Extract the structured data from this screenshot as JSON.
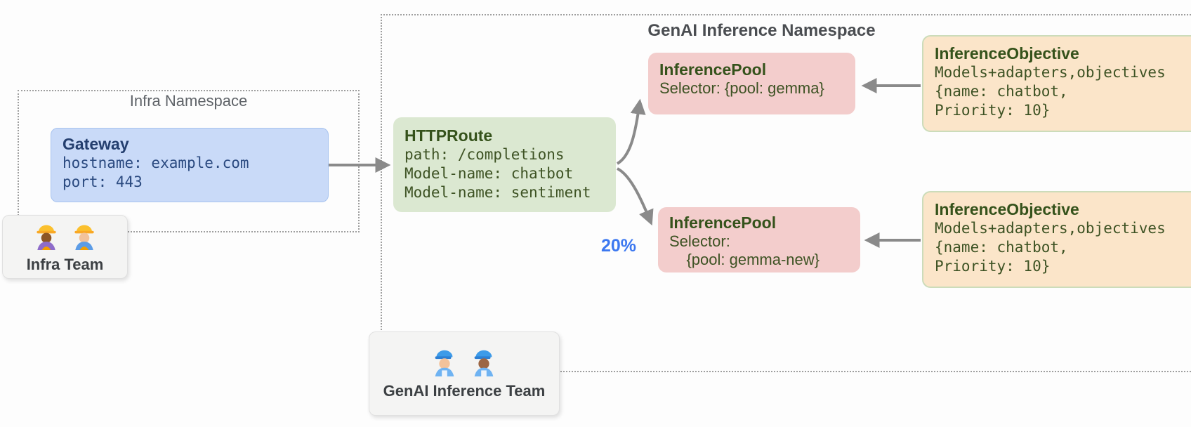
{
  "namespaces": {
    "infra": {
      "label": "Infra Namespace"
    },
    "genai": {
      "label": "GenAI Inference Namespace"
    }
  },
  "nodes": {
    "gateway": {
      "title": "Gateway",
      "lines": [
        "hostname: example.com",
        "port: 443"
      ]
    },
    "httproute": {
      "title": "HTTPRoute",
      "lines": [
        "path: /completions",
        "Model-name: chatbot",
        "Model-name: sentiment"
      ]
    },
    "inference_pool_top": {
      "title": "InferencePool",
      "lines": [
        "Selector: {pool: gemma}"
      ]
    },
    "inference_pool_bottom": {
      "title": "InferencePool",
      "lines": [
        "Selector:",
        "    {pool: gemma-new}"
      ]
    },
    "inference_objective_top": {
      "title": "InferenceObjective",
      "lines": [
        "Models+adapters,objectives",
        "{name: chatbot,",
        "Priority: 10}"
      ]
    },
    "inference_objective_bottom": {
      "title": "InferenceObjective",
      "lines": [
        "Models+adapters,objectives",
        "{name: chatbot,",
        "Priority: 10}"
      ]
    }
  },
  "teams": {
    "infra": {
      "label": "Infra Team",
      "icons": [
        "construction-worker-woman-icon",
        "construction-worker-man-icon"
      ]
    },
    "genai": {
      "label": "GenAI Inference Team",
      "icons": [
        "mechanic-light-icon",
        "mechanic-dark-icon"
      ]
    }
  },
  "annotations": {
    "traffic_split": "20%"
  },
  "colors": {
    "gateway_fill": "#c9daf8",
    "gateway_text": "#2b4a80",
    "httproute_fill": "#dbe8d1",
    "pool_fill": "#f3cdcc",
    "objective_fill": "#fbe5c9",
    "objective_border": "#ccdcba",
    "green_text": "#3d5223",
    "arrow_gray": "#8a8a8a",
    "dotted_border": "#9e9e9e",
    "traffic_blue": "#3c78f0",
    "namespace_label_gray": "#5f6368"
  }
}
